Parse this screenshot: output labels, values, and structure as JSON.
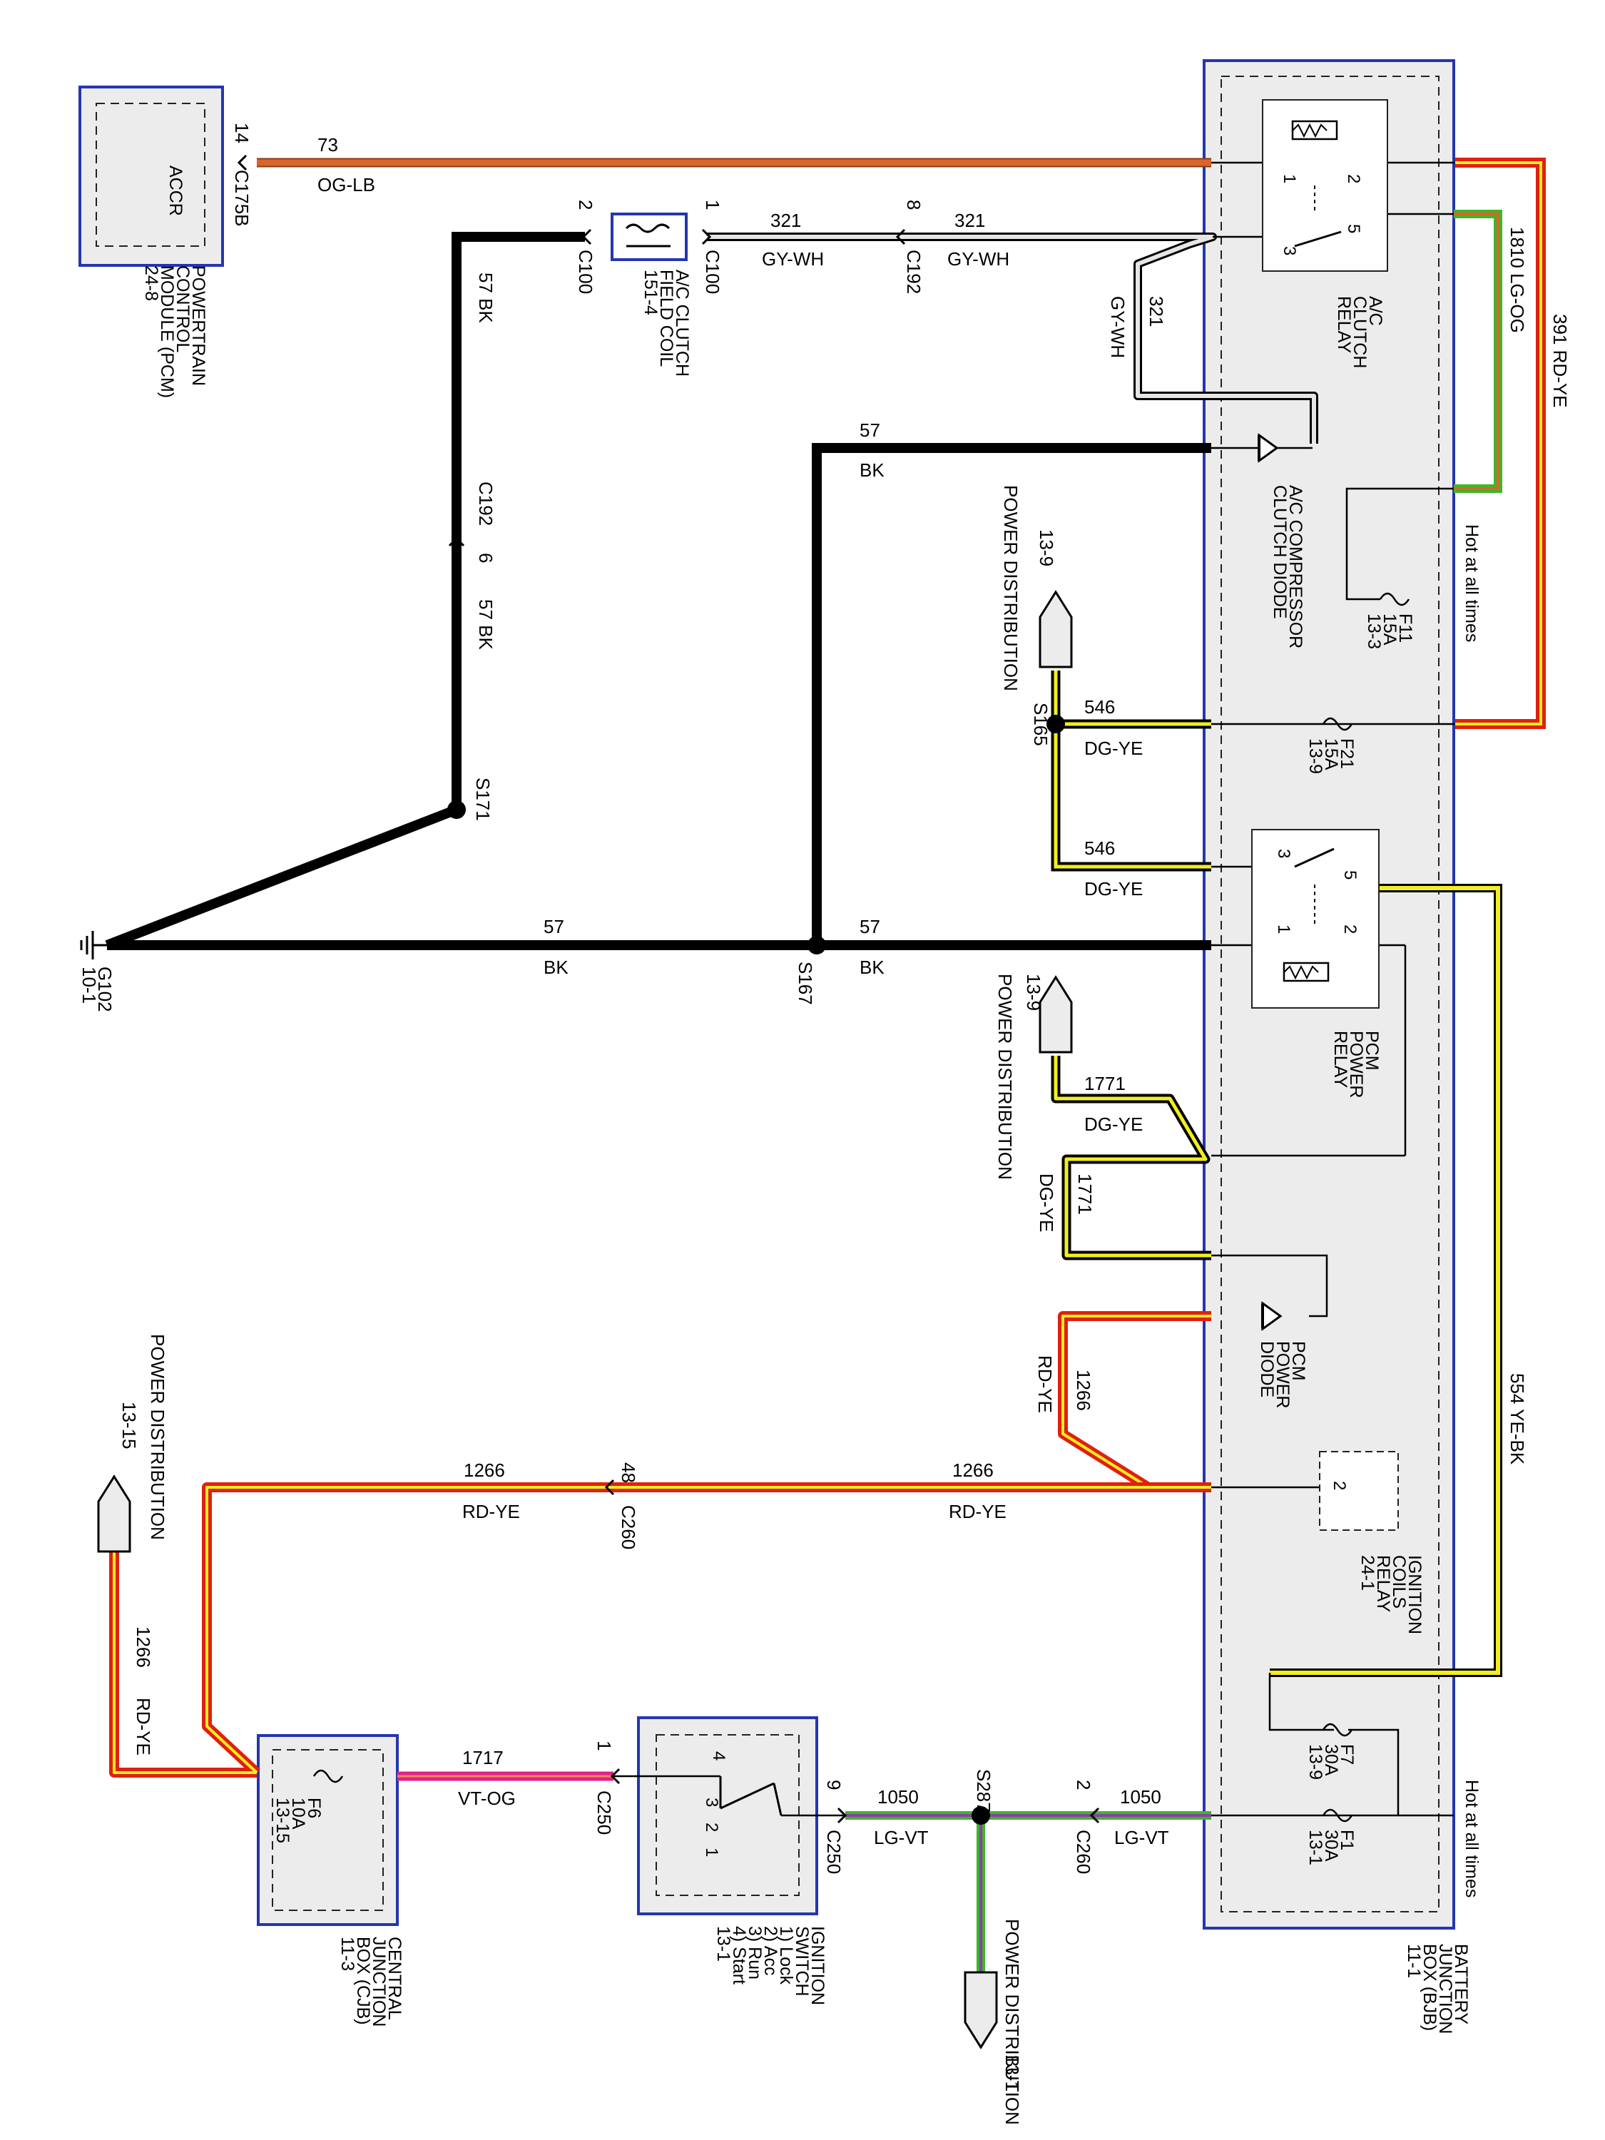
{
  "modules": {
    "pcm": {
      "inner_label": "ACCR",
      "name": [
        "POWERTRAIN",
        "CONTROL",
        "MODULE (PCM)",
        "24-8"
      ]
    },
    "bjb": {
      "name": [
        "BATTERY",
        "JUNCTION",
        "BOX (BJB)",
        "11-1"
      ],
      "hot_top": "Hot at all times",
      "hot_bottom": "Hot at all times"
    },
    "cjb": {
      "name": [
        "CENTRAL",
        "JUNCTION",
        "BOX (CJB)",
        "11-3"
      ]
    },
    "ignition_switch": {
      "name": [
        "IGNITION",
        "SWITCH",
        "1) Lock",
        "2) Acc",
        "3) Run",
        "4) Start",
        "13-1"
      ],
      "positions": [
        "4",
        "3",
        "2",
        "1"
      ]
    },
    "ignition_coils_relay": {
      "name": [
        "IGNITION",
        "COILS",
        "RELAY",
        "24-1"
      ],
      "pin": "2"
    }
  },
  "components": {
    "ac_clutch_relay": {
      "name": [
        "A/C",
        "CLUTCH",
        "RELAY"
      ],
      "pins": [
        "1",
        "2",
        "3",
        "5"
      ]
    },
    "pcm_power_relay": {
      "name": [
        "PCM",
        "POWER",
        "RELAY"
      ],
      "pins": [
        "3",
        "5",
        "1",
        "2"
      ]
    },
    "ac_clutch_field_coil": {
      "name": [
        "A/C CLUTCH",
        "FIELD COIL",
        "151-4"
      ]
    },
    "ac_compressor_clutch_diode": {
      "name": [
        "A/C COMPRESSOR",
        "CLUTCH DIODE"
      ]
    },
    "pcm_power_diode": {
      "name": [
        "PCM",
        "POWER",
        "DIODE"
      ]
    }
  },
  "fuses": {
    "f11": [
      "F11",
      "15A",
      "13-3"
    ],
    "f21": [
      "F21",
      "15A",
      "13-9"
    ],
    "f7": [
      "F7",
      "30A",
      "13-9"
    ],
    "f1": [
      "F1",
      "30A",
      "13-1"
    ],
    "f6": [
      "F6",
      "10A",
      "13-15"
    ]
  },
  "wires": {
    "w73": {
      "circuit": "73",
      "color": "OG-LB"
    },
    "w321a": {
      "circuit": "321",
      "color": "GY-WH"
    },
    "w321b": {
      "circuit": "321",
      "color": "GY-WH"
    },
    "w321c": {
      "circuit": "321",
      "color": "GY-WH"
    },
    "w57_left": {
      "circuit": "57",
      "color": "BK"
    },
    "w57_left2": {
      "circuit": "57",
      "color": "BK"
    },
    "w57_diode": {
      "circuit": "57",
      "color": "BK"
    },
    "w57_g102": {
      "circuit": "57",
      "color": "BK"
    },
    "w57_relay": {
      "circuit": "57",
      "color": "BK"
    },
    "w1810": {
      "circuit": "1810",
      "color": "LG-OG"
    },
    "w391": {
      "circuit": "391",
      "color": "RD-YE"
    },
    "w546a": {
      "circuit": "546",
      "color": "DG-YE"
    },
    "w546b": {
      "circuit": "546",
      "color": "DG-YE"
    },
    "w1771a": {
      "circuit": "1771",
      "color": "DG-YE"
    },
    "w1771b": {
      "circuit": "1771",
      "color": "DG-YE"
    },
    "w1266_diode": {
      "circuit": "1266",
      "color": "RD-YE"
    },
    "w1266_mid": {
      "circuit": "1266",
      "color": "RD-YE"
    },
    "w1266_left": {
      "circuit": "1266",
      "color": "RD-YE"
    },
    "w1266_vert": {
      "circuit": "1266",
      "color": "RD-YE"
    },
    "w554": {
      "circuit": "554",
      "color": "YE-BK"
    },
    "w1717": {
      "circuit": "1717",
      "color": "VT-OG"
    },
    "w1050a": {
      "circuit": "1050",
      "color": "LG-VT"
    },
    "w1050b": {
      "circuit": "1050",
      "color": "LG-VT"
    }
  },
  "connectors": {
    "c175b": {
      "name": "C175B",
      "pin": "14"
    },
    "c100_l": {
      "name": "C100",
      "pin": "2"
    },
    "c100_r": {
      "name": "C100",
      "pin": "1"
    },
    "c192_top": {
      "name": "C192",
      "pin": "8"
    },
    "c192_mid": {
      "name": "C192",
      "pin": "6"
    },
    "c260_top": {
      "name": "C260",
      "pin": "48"
    },
    "c260_bot": {
      "name": "C260",
      "pin": "2"
    },
    "c250_l": {
      "name": "C250",
      "pin": "1"
    },
    "c250_r": {
      "name": "C250",
      "pin": "9"
    }
  },
  "splices": {
    "s171": "S171",
    "s165": "S165",
    "s167": "S167",
    "s287": "S287"
  },
  "ground": {
    "name": "G102",
    "ref": "10-1"
  },
  "power_distribution": {
    "pd1": {
      "label": "POWER DISTRIBUTION",
      "ref": "13-9"
    },
    "pd2": {
      "label": "POWER DISTRIBUTION",
      "ref": "13-9"
    },
    "pd3": {
      "label": "POWER DISTRIBUTION",
      "ref": "13-15"
    },
    "pd4": {
      "label": "POWER DISTRIBUTION",
      "ref": "13-1"
    }
  },
  "wire_colors": {
    "black": "#000000",
    "orange": "#d9652b",
    "red": "#e02010",
    "yellow": "#f2ee20",
    "green": "#3fb52a",
    "gray": "#cfcfcf",
    "magenta": "#e0218a",
    "violet": "#8b3fa8",
    "module_border": "#2535b0",
    "module_fill": "#ececec"
  }
}
